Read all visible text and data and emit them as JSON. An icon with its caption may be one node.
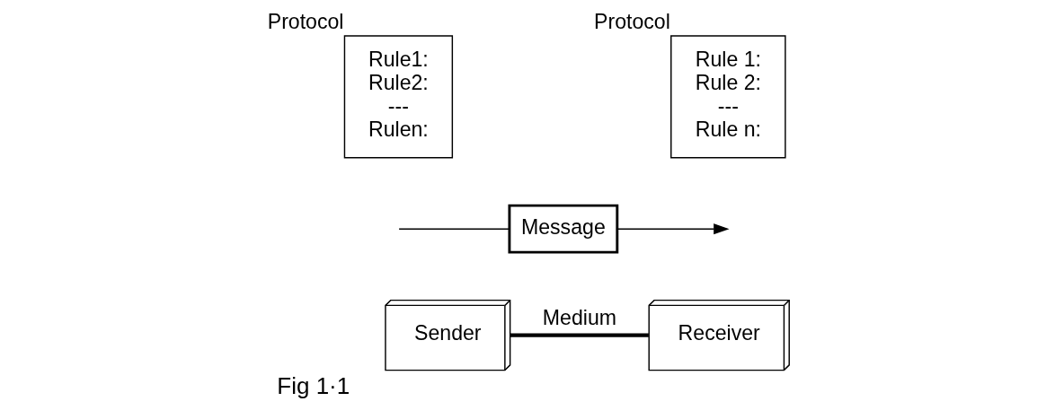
{
  "diagram": {
    "caption": "Fig 1·1",
    "nodes": [
      {
        "text": [
          "Rule1:",
          "Rule2:",
          "---",
          "Rulen:"
        ],
        "beside": [
          "Protocol"
        ]
      },
      {
        "text": [
          "Rule 1:",
          "Rule 2:",
          "---",
          "Rule n:"
        ],
        "beside": [
          "Protocol"
        ]
      },
      {
        "text": [
          "Sender"
        ]
      },
      {
        "text": [
          "Message"
        ]
      },
      {
        "text": [
          "Receiver"
        ]
      }
    ],
    "edges": [
      {
        "from": null,
        "to": 3,
        "arrow": "none"
      },
      {
        "from": 3,
        "to": null,
        "arrow": "to"
      },
      {
        "from": 2,
        "to": 4,
        "arrow": "none",
        "label": "Medium",
        "style": "thick"
      }
    ]
  }
}
